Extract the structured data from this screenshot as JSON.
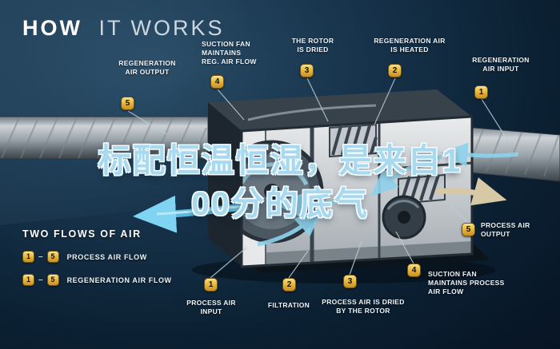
{
  "title": {
    "word_bold": "HOW",
    "word_light": "IT WORKS"
  },
  "watermark": {
    "line1": "标配恒温恒湿，是来自1",
    "line2": "00分的底气"
  },
  "callouts": {
    "regen_air_output": {
      "num": "5",
      "label": "REGENERATION\nAIR OUTPUT"
    },
    "suction_fan_reg": {
      "num": "4",
      "label": "SUCTION FAN\nMAINTAINS\nREG. AIR FLOW"
    },
    "rotor_is_dried": {
      "num": "3",
      "label": "THE ROTOR\nIS DRIED"
    },
    "regen_air_heated": {
      "num": "2",
      "label": "REGENERATION AIR\nIS HEATED"
    },
    "regen_air_input": {
      "num": "1",
      "label": "REGENERATION\nAIR INPUT"
    },
    "process_air_input": {
      "num": "1",
      "label": "PROCESS AIR\nINPUT"
    },
    "filtration": {
      "num": "2",
      "label": "FILTRATION"
    },
    "process_air_dried": {
      "num": "3",
      "label": "PROCESS AIR IS DRIED\nBY THE ROTOR"
    },
    "suction_fan_process": {
      "num": "4",
      "label": "SUCTION FAN\nMAINTAINS PROCESS\nAIR FLOW"
    },
    "process_air_output": {
      "num": "5",
      "label": "PROCESS AIR\nOUTPUT"
    }
  },
  "legend": {
    "title": "TWO FLOWS OF AIR",
    "separator": "–",
    "rows": [
      {
        "start": "1",
        "end": "5",
        "label": "PROCESS AIR FLOW"
      },
      {
        "start": "1",
        "end": "5",
        "label": "REGENERATION AIR FLOW"
      }
    ]
  },
  "colors": {
    "badge_gold": "#e3b23b",
    "flow_cyan": "#7fd4f2",
    "flow_beige": "#d8c9a6",
    "background_navy": "#0b2032",
    "watermark_blue": "#a9d9ef"
  }
}
